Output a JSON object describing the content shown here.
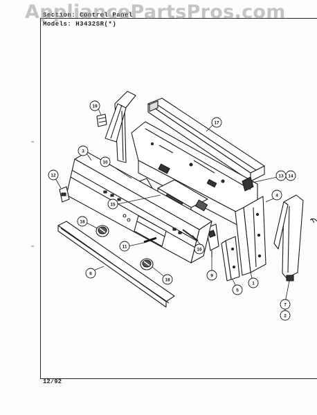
{
  "watermark": "AppliancePartsPros.com",
  "header": {
    "section": "Section: Control Panel",
    "models": "Models: H3432SR(*)"
  },
  "footer": {
    "date": "12/92"
  },
  "callouts": [
    "1",
    "2",
    "3",
    "4",
    "5",
    "6",
    "7",
    "9",
    "10",
    "11",
    "12",
    "13",
    "14",
    "15",
    "16",
    "17",
    "18",
    "18",
    "19"
  ]
}
